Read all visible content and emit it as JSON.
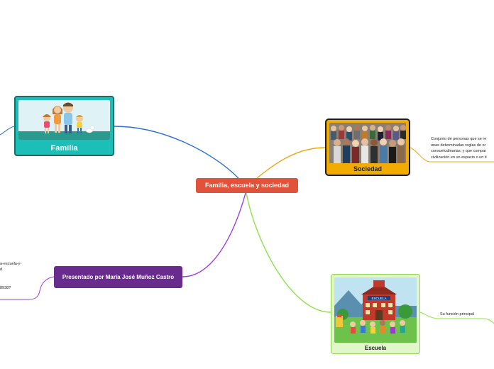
{
  "map": {
    "central_topic": "Familia, escuela y sociedad",
    "familia": {
      "label": "Familia"
    },
    "sociedad": {
      "label": "Sociedad",
      "note_lines": [
        "Conjunto de personas que se re",
        "unas determinadas reglas de or",
        "consuetudinarias, y que compar",
        "civilización en un espacio o un ti"
      ]
    },
    "escuela": {
      "label": "Escuela",
      "subtopic": "Su función principal",
      "sign": "ESCUELA"
    },
    "presentado": {
      "label": "Presentado por María José Muñoz Castro",
      "left_notes": [
        "a-escuela-y-",
        "d",
        "8938?"
      ]
    }
  },
  "colors": {
    "central": "#e0533a",
    "familia_branch": "#2b6fd6",
    "sociedad_branch": "#f2a516",
    "escuela_branch": "#8ee34a",
    "presentado_branch": "#9b3de0"
  }
}
